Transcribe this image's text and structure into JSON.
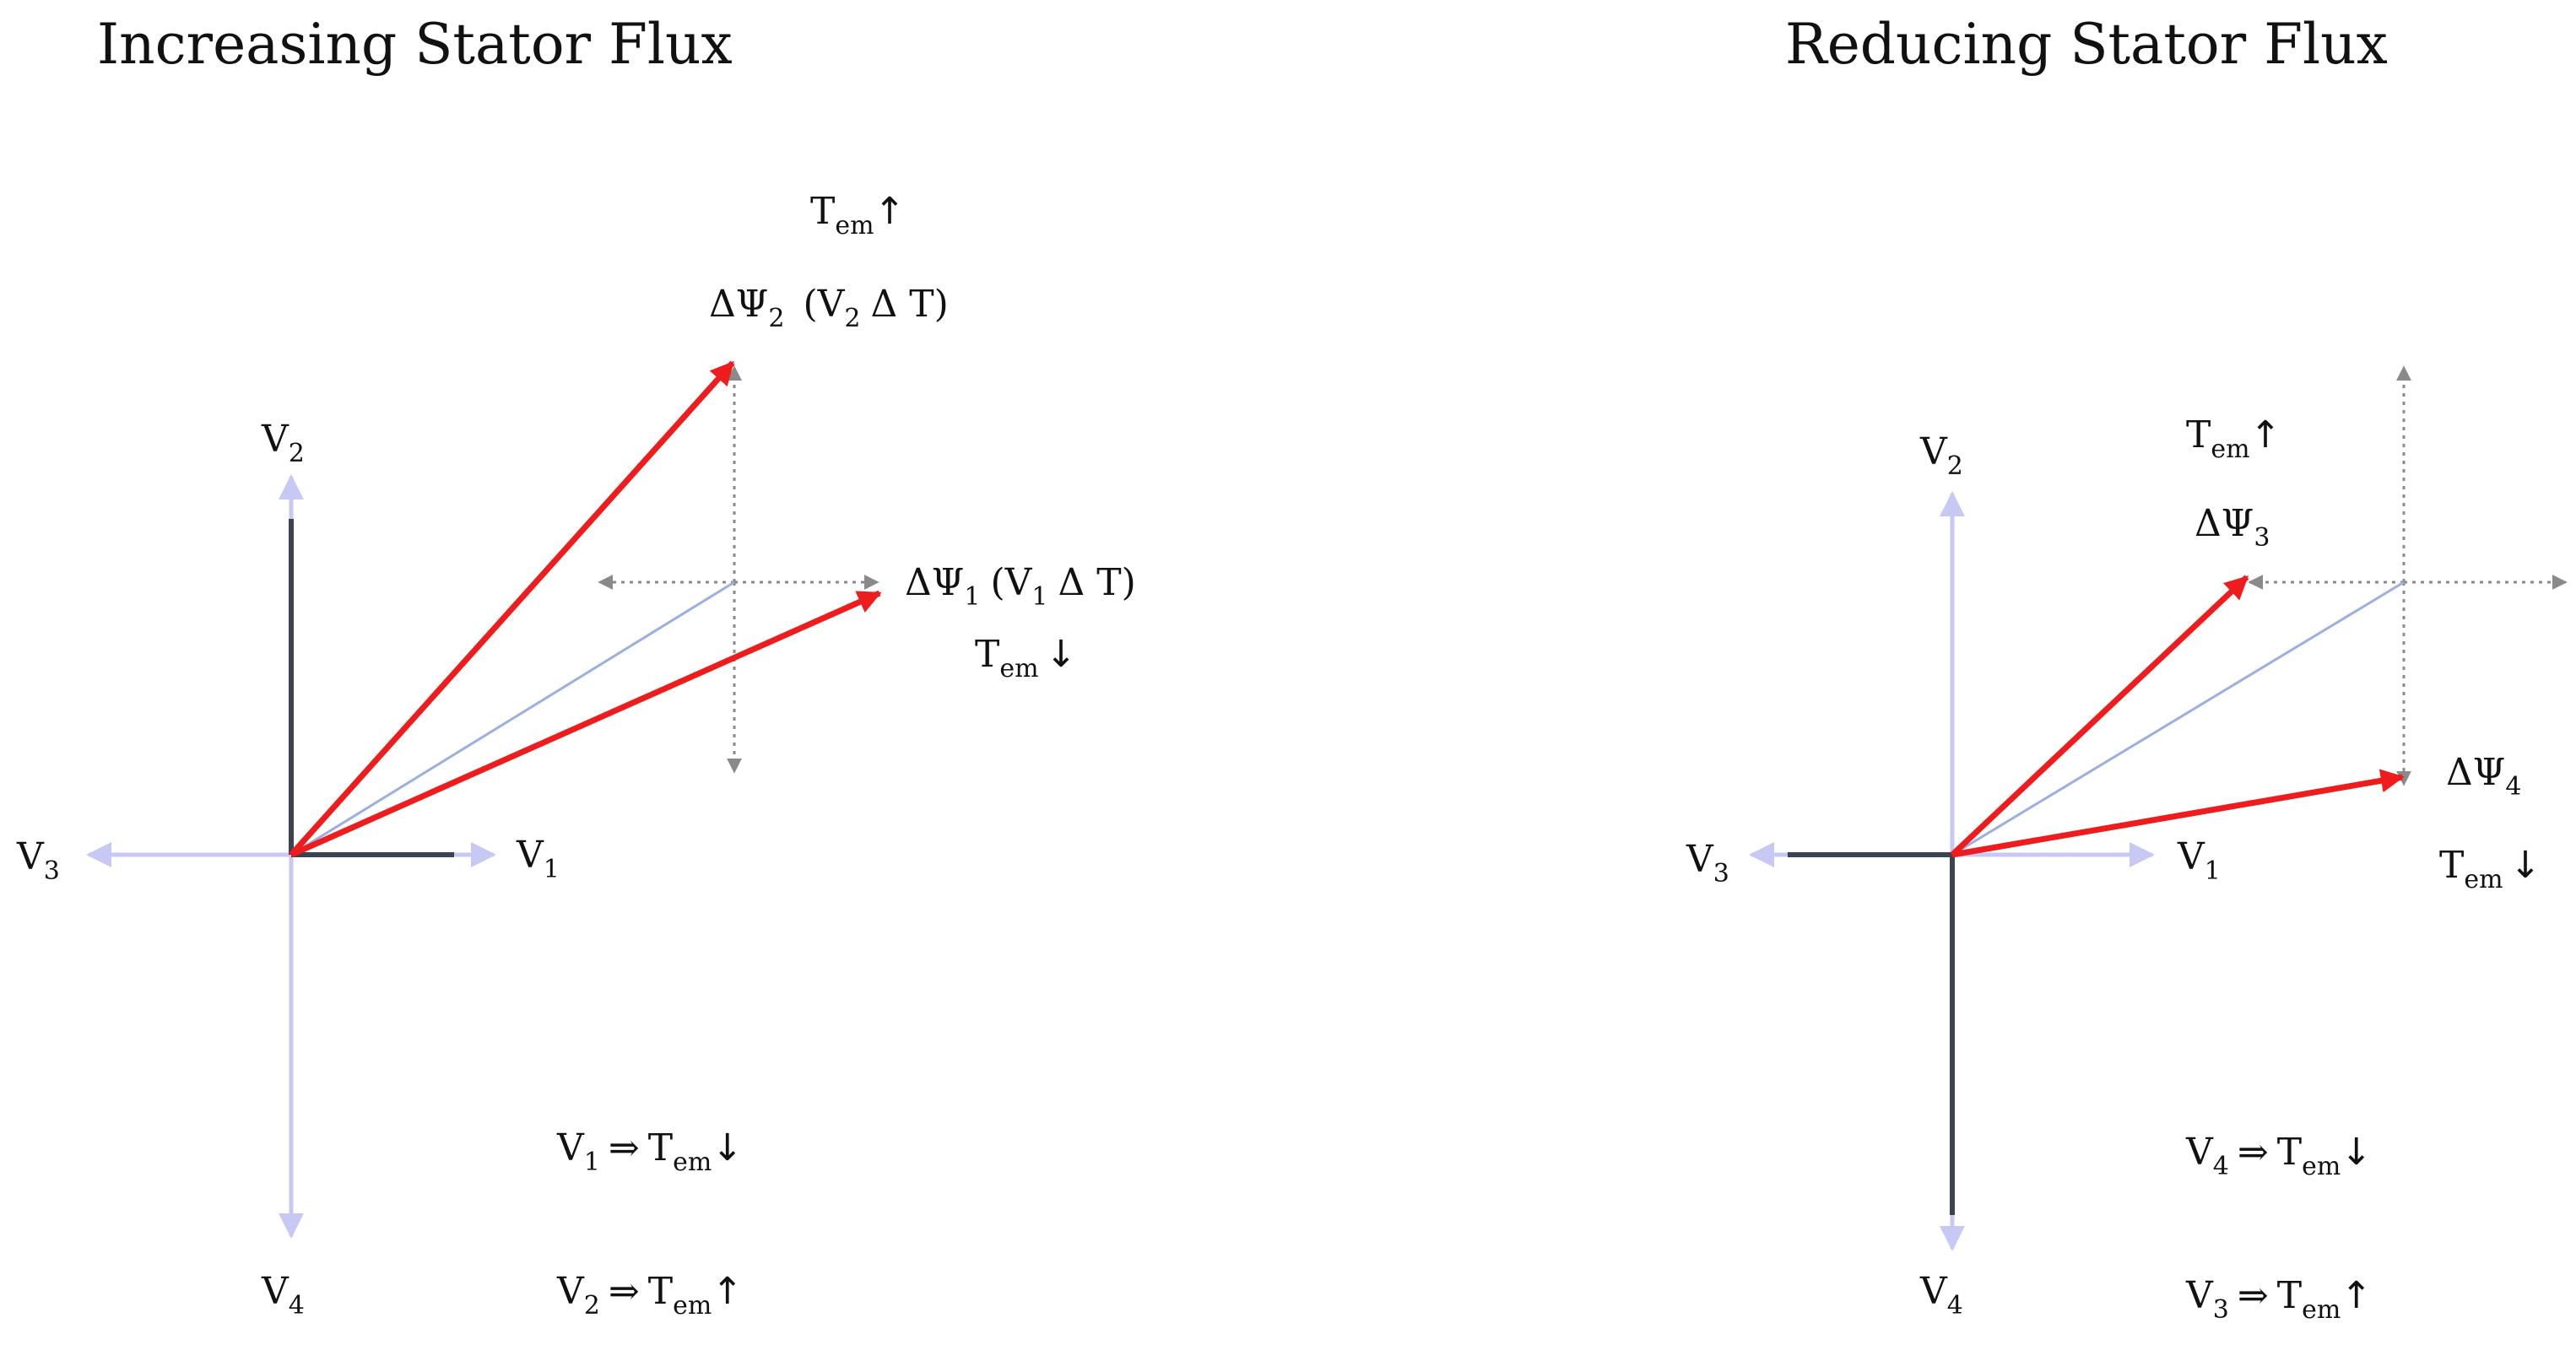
{
  "colors": {
    "axis_light": "#c8c8f5",
    "axis_dark": "#3b4250",
    "flux_vector": "#ee1c1c",
    "diagonal": "#9ab0e0",
    "dotted_guide": "#8a8a8a"
  },
  "left_panel": {
    "title": "Increasing Stator Flux",
    "axis_labels": {
      "v1": "V",
      "v1_sub": "1",
      "v2": "V",
      "v2_sub": "2",
      "v3": "V",
      "v3_sub": "3",
      "v4": "V",
      "v4_sub": "4"
    },
    "tem_up_top": {
      "t": "T",
      "sub": "em",
      "arrow": "↑"
    },
    "dpsi2": {
      "delta": "ΔΨ",
      "sub": "2",
      "paren_open": "(V",
      "v_sub": "2",
      "rest": "Δ T)"
    },
    "dpsi1": {
      "delta": "ΔΨ",
      "sub": "1",
      "paren_open": "(V",
      "v_sub": "1",
      "rest": "Δ T)"
    },
    "tem_down": {
      "t": "T",
      "sub": "em",
      "arrow": "↓"
    },
    "rule1": {
      "v": "V",
      "v_sub": "1",
      "implies": "⇒",
      "t": "T",
      "t_sub": "em",
      "arrow": "↓"
    },
    "rule2": {
      "v": "V",
      "v_sub": "2",
      "implies": "⇒",
      "t": "T",
      "t_sub": "em",
      "arrow": "↑"
    }
  },
  "right_panel": {
    "title": "Reducing Stator Flux",
    "axis_labels": {
      "v1": "V",
      "v1_sub": "1",
      "v2": "V",
      "v2_sub": "2",
      "v3": "V",
      "v3_sub": "3",
      "v4": "V",
      "v4_sub": "4"
    },
    "tem_up_top": {
      "t": "T",
      "sub": "em",
      "arrow": "↑"
    },
    "dpsi3": {
      "delta": "ΔΨ",
      "sub": "3"
    },
    "dpsi4": {
      "delta": "ΔΨ",
      "sub": "4"
    },
    "tem_down": {
      "t": "T",
      "sub": "em",
      "arrow": "↓"
    },
    "rule1": {
      "v": "V",
      "v_sub": "4",
      "implies": "⇒",
      "t": "T",
      "t_sub": "em",
      "arrow": "↓"
    },
    "rule2": {
      "v": "V",
      "v_sub": "3",
      "implies": "⇒",
      "t": "T",
      "t_sub": "em",
      "arrow": "↑"
    }
  }
}
